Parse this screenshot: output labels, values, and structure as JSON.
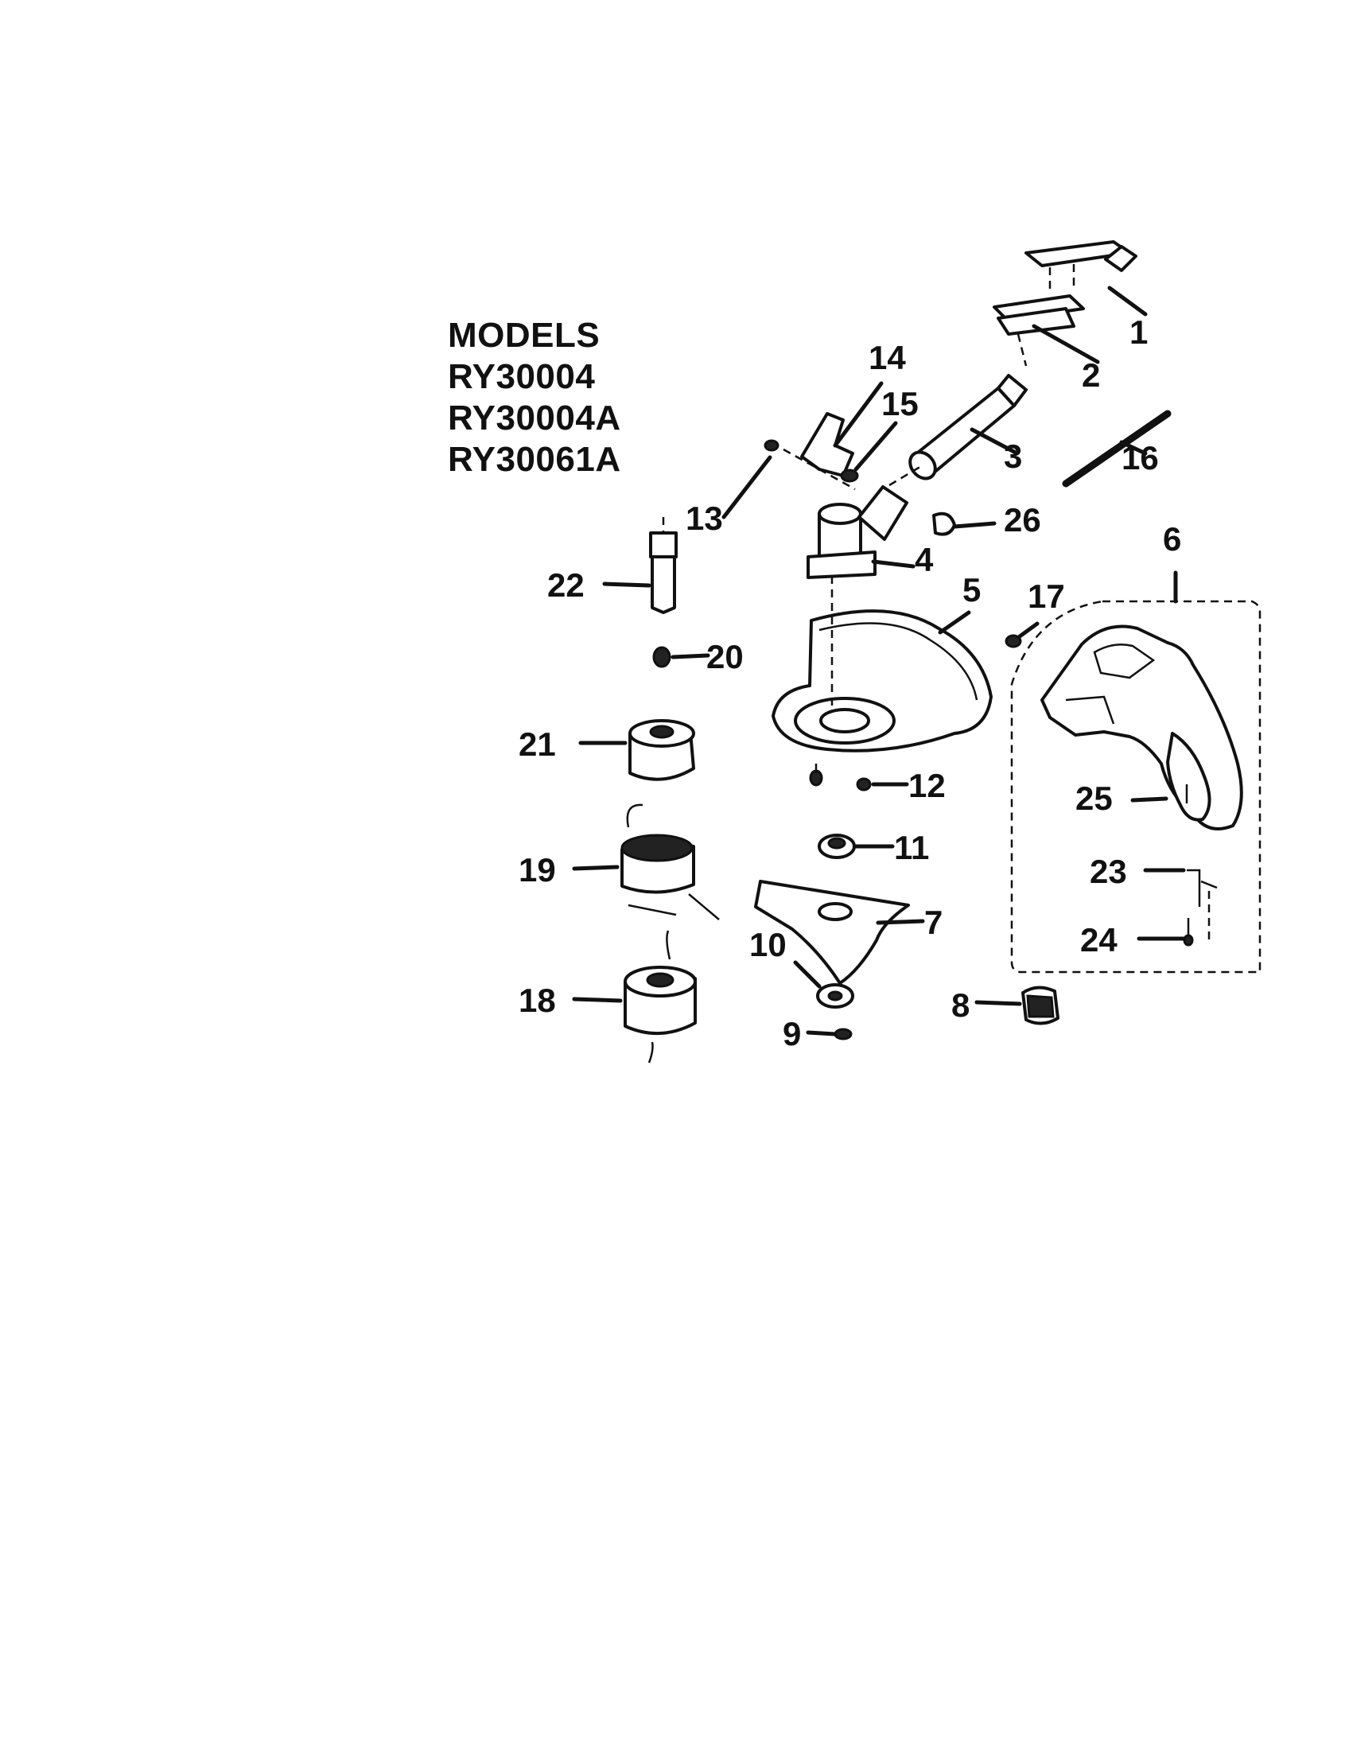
{
  "models": {
    "heading": "MODELS",
    "numbers": [
      "RY30004",
      "RY30004A",
      "RY30061A"
    ]
  },
  "callouts": {
    "c1": "1",
    "c2": "2",
    "c3": "3",
    "c4": "4",
    "c5": "5",
    "c6": "6",
    "c7": "7",
    "c8": "8",
    "c9": "9",
    "c10": "10",
    "c11": "11",
    "c12": "12",
    "c13": "13",
    "c14": "14",
    "c15": "15",
    "c16": "16",
    "c17": "17",
    "c18": "18",
    "c19": "19",
    "c20": "20",
    "c21": "21",
    "c22": "22",
    "c23": "23",
    "c24": "24",
    "c25": "25",
    "c26": "26"
  },
  "colors": {
    "ink": "#111111",
    "paper": "#ffffff"
  }
}
